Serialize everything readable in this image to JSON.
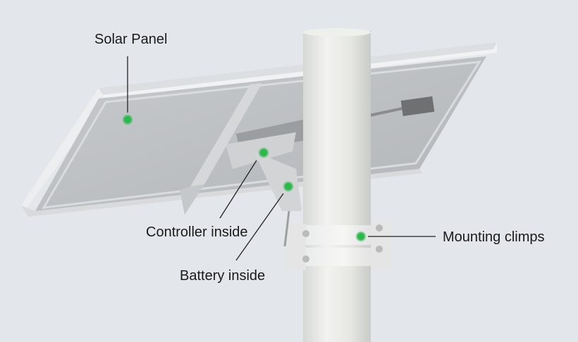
{
  "labels": {
    "solar_panel": "Solar Panel",
    "controller": "Controller inside",
    "battery": "Battery inside",
    "mounting": "Mounting climps"
  },
  "colors": {
    "background": "#e3e6ea",
    "marker": "#2db84d",
    "leader_line": "#222222",
    "panel_frame": "#e8eaec"
  }
}
